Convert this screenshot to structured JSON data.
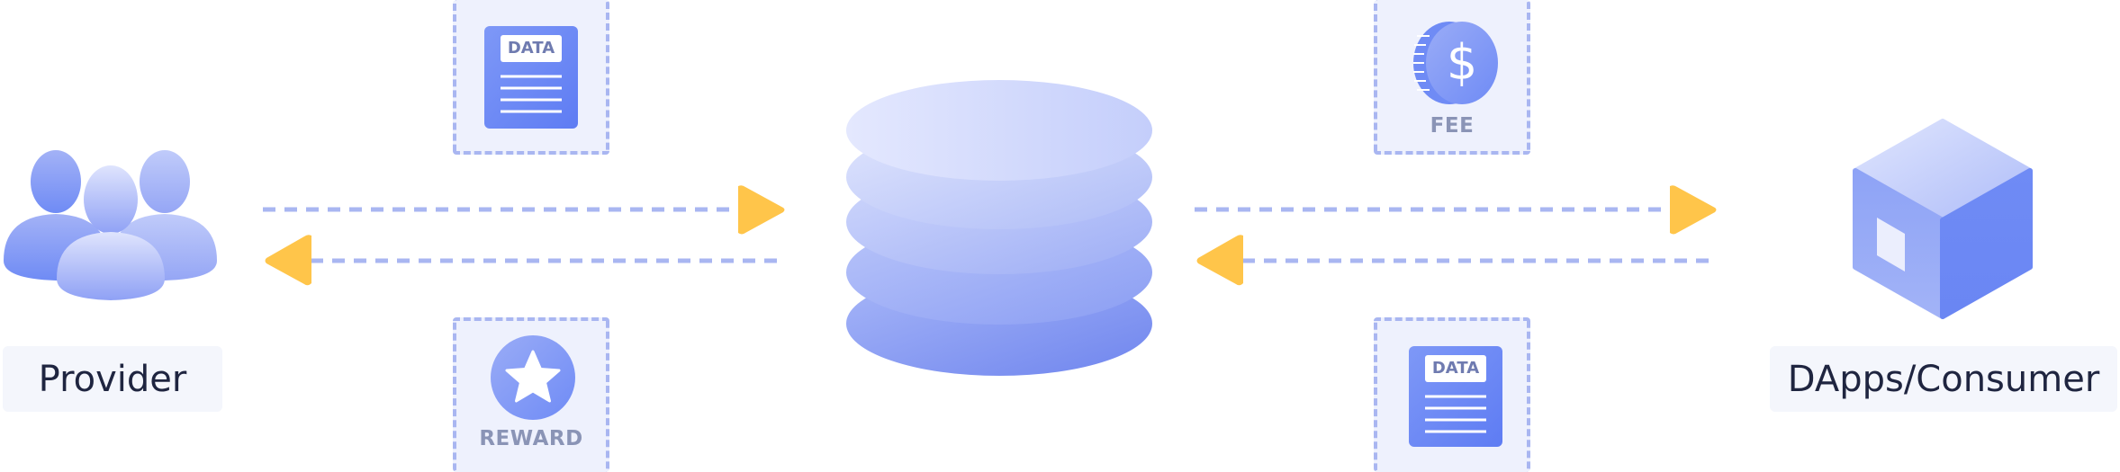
{
  "provider": {
    "label": "Provider"
  },
  "consumer": {
    "label": "DApps/Consumer"
  },
  "tiles": {
    "data_top": {
      "badge": "DATA"
    },
    "reward": {
      "label": "REWARD"
    },
    "fee": {
      "label": "FEE",
      "symbol": "$"
    },
    "data_bottom": {
      "badge": "DATA"
    }
  },
  "colors": {
    "accent_blue": "#6f8bf5",
    "light_blue": "#a9b6f1",
    "arrow_yellow": "#ffc54a",
    "label_text": "#1f2540",
    "tile_text": "#8a94b6"
  }
}
